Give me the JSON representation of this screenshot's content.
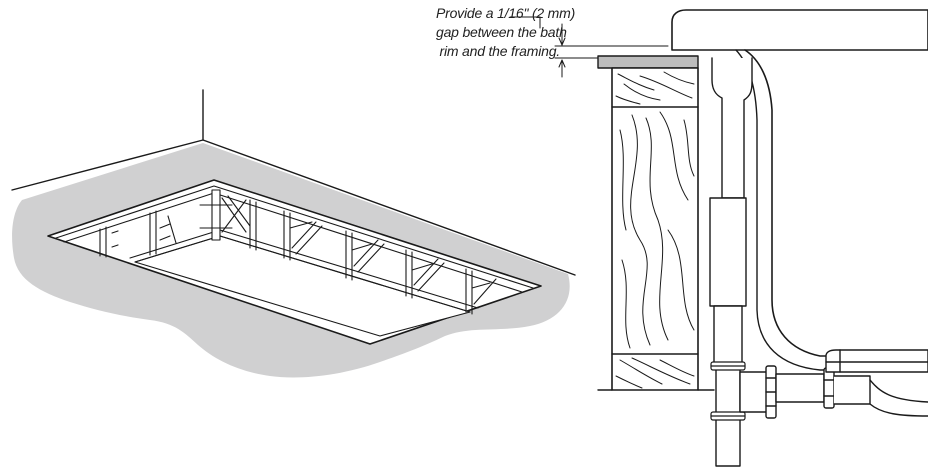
{
  "annotation": {
    "line1": "Provide a 1/16\" (2 mm)",
    "line2": "gap between the bath",
    "line3": "rim and the framing."
  },
  "colors": {
    "stroke": "#1a1a1a",
    "floor_fill": "#d0d0d1",
    "rim_fill": "#bdbdbd",
    "background": "#ffffff"
  }
}
